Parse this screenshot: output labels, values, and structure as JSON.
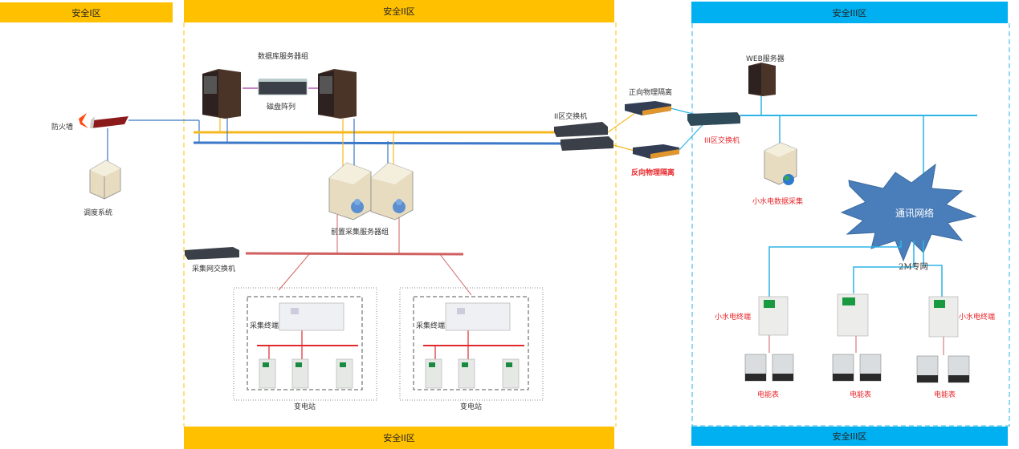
{
  "zones": {
    "zone1_top": "安全I区",
    "zone2_top": "安全II区",
    "zone3_top": "安全III区",
    "zone2_bottom": "安全II区",
    "zone3_bottom": "安全III区"
  },
  "zone1": {
    "firewall": "防火墙",
    "dispatch_system": "调度系统"
  },
  "zone2": {
    "db_server_group": "数据库服务器组",
    "disk_array": "磁盘阵列",
    "zone2_switch": "II区交换机",
    "front_server_group": "前置采集服务器组",
    "collect_switch": "采集网交换机",
    "substations": [
      {
        "terminal": "采集终端",
        "name": "变电站"
      },
      {
        "terminal": "采集终端",
        "name": "变电站"
      }
    ]
  },
  "isolation": {
    "forward": "正向物理隔离",
    "reverse": "反向物理隔离"
  },
  "zone3": {
    "web_server": "WEB服务器",
    "zone3_switch": "III区交换机",
    "hydro_data": "小水电数据采集",
    "comm_network": "通讯网络",
    "private_net": "2M专网",
    "hydro_terminal_left": "小水电终端",
    "hydro_terminal_right": "小水电终端",
    "meters": [
      "电能表",
      "电能表",
      "电能表"
    ]
  },
  "colors": {
    "zone2_band": "#FFC000",
    "zone3_band": "#00B0F0",
    "bus_yellow": "#F5B820",
    "bus_blue": "#3B78C8",
    "net_cyan": "#2EB3E6",
    "collect_bus": "#D06060",
    "station_bus": "#E0282D",
    "star_fill": "#4A7EBB",
    "alert_text": "#E8262B"
  }
}
